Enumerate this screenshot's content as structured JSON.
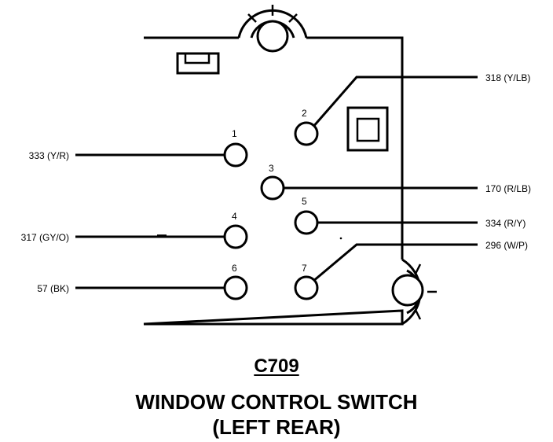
{
  "connector": {
    "id": "C709",
    "name": "WINDOW CONTROL SWITCH",
    "side": "(LEFT REAR)"
  },
  "pins": {
    "p1": "1",
    "p2": "2",
    "p3": "3",
    "p4": "4",
    "p5": "5",
    "p6": "6",
    "p7": "7"
  },
  "wires": {
    "w1": "333 (Y/R)",
    "w2": "318 (Y/LB)",
    "w3": "170 (R/LB)",
    "w4": "317 (GY/O)",
    "w5": "334 (R/Y)",
    "w6": "57 (BK)",
    "w7": "296 (W/P)"
  }
}
